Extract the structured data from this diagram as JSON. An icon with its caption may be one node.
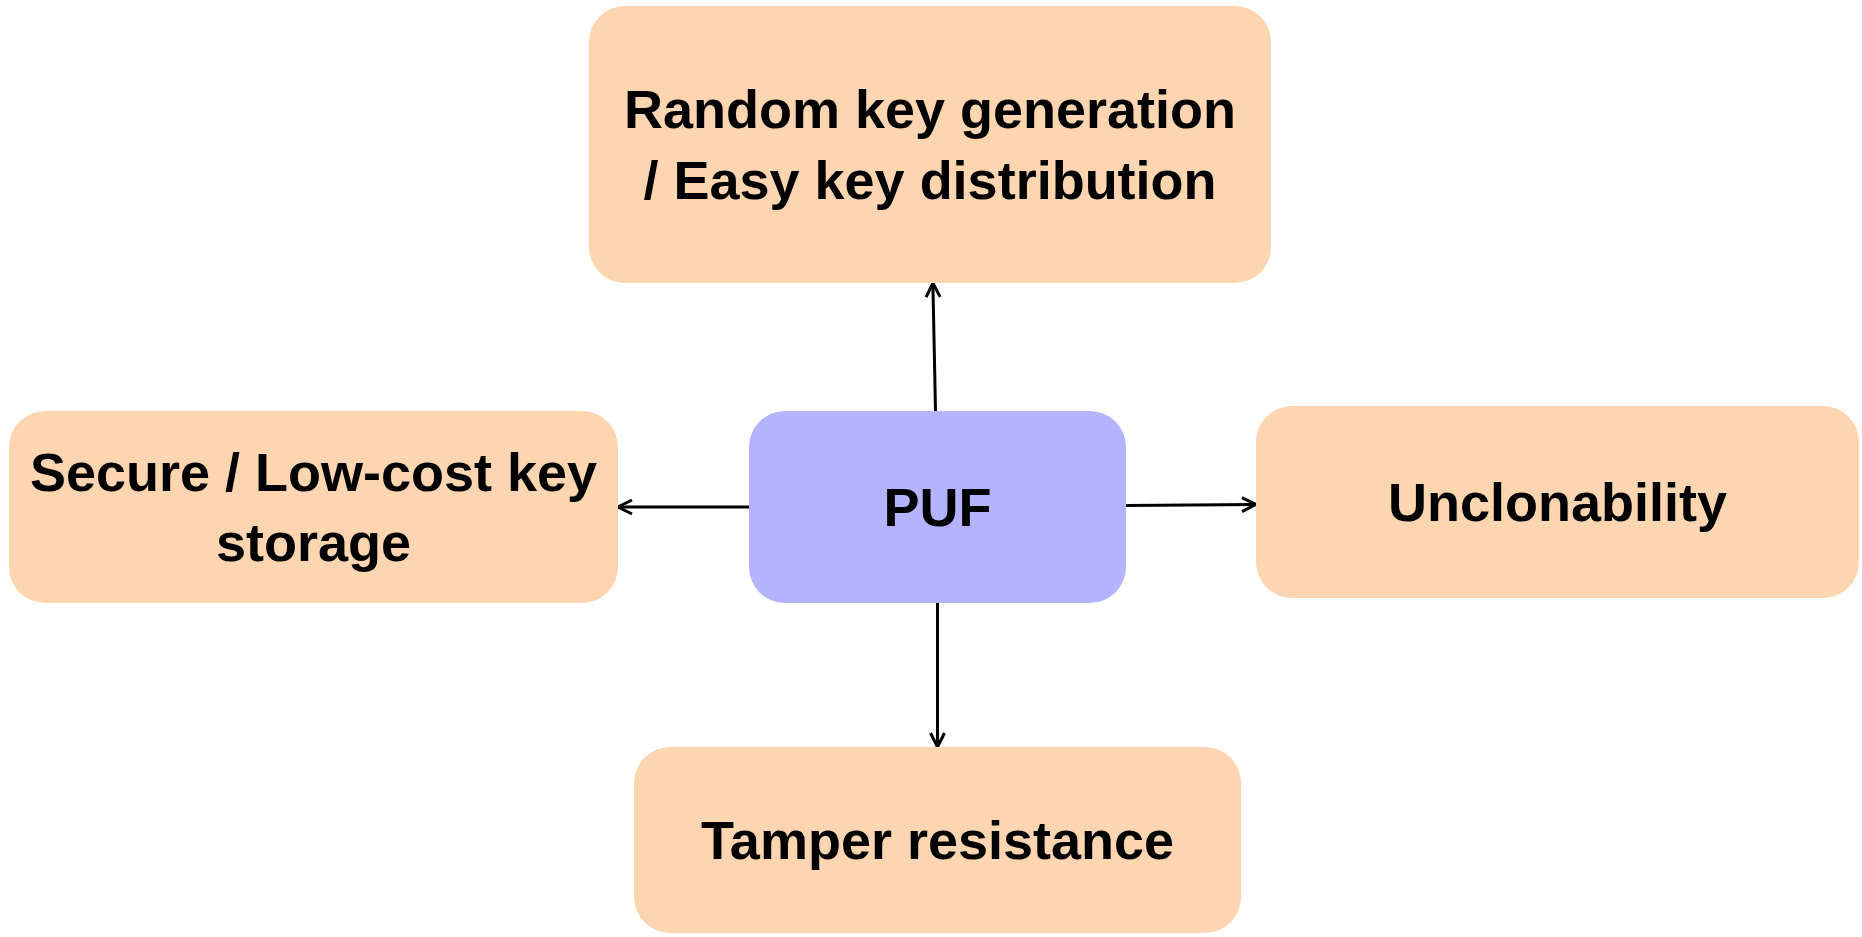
{
  "diagram": {
    "nodes": [
      {
        "text": [
          "PUF"
        ]
      },
      {
        "text": [
          "Random key generation / Easy key distribution"
        ]
      },
      {
        "text": [
          "Secure / Low-cost key storage"
        ]
      },
      {
        "text": [
          "Unclonability"
        ]
      },
      {
        "text": [
          "Tamper resistance"
        ]
      }
    ],
    "edges": [
      {
        "from": 0,
        "to": 1,
        "arrow": "to"
      },
      {
        "from": 0,
        "to": 2,
        "arrow": "to"
      },
      {
        "from": 0,
        "to": 3,
        "arrow": "to"
      },
      {
        "from": 0,
        "to": 4,
        "arrow": "to"
      }
    ]
  }
}
